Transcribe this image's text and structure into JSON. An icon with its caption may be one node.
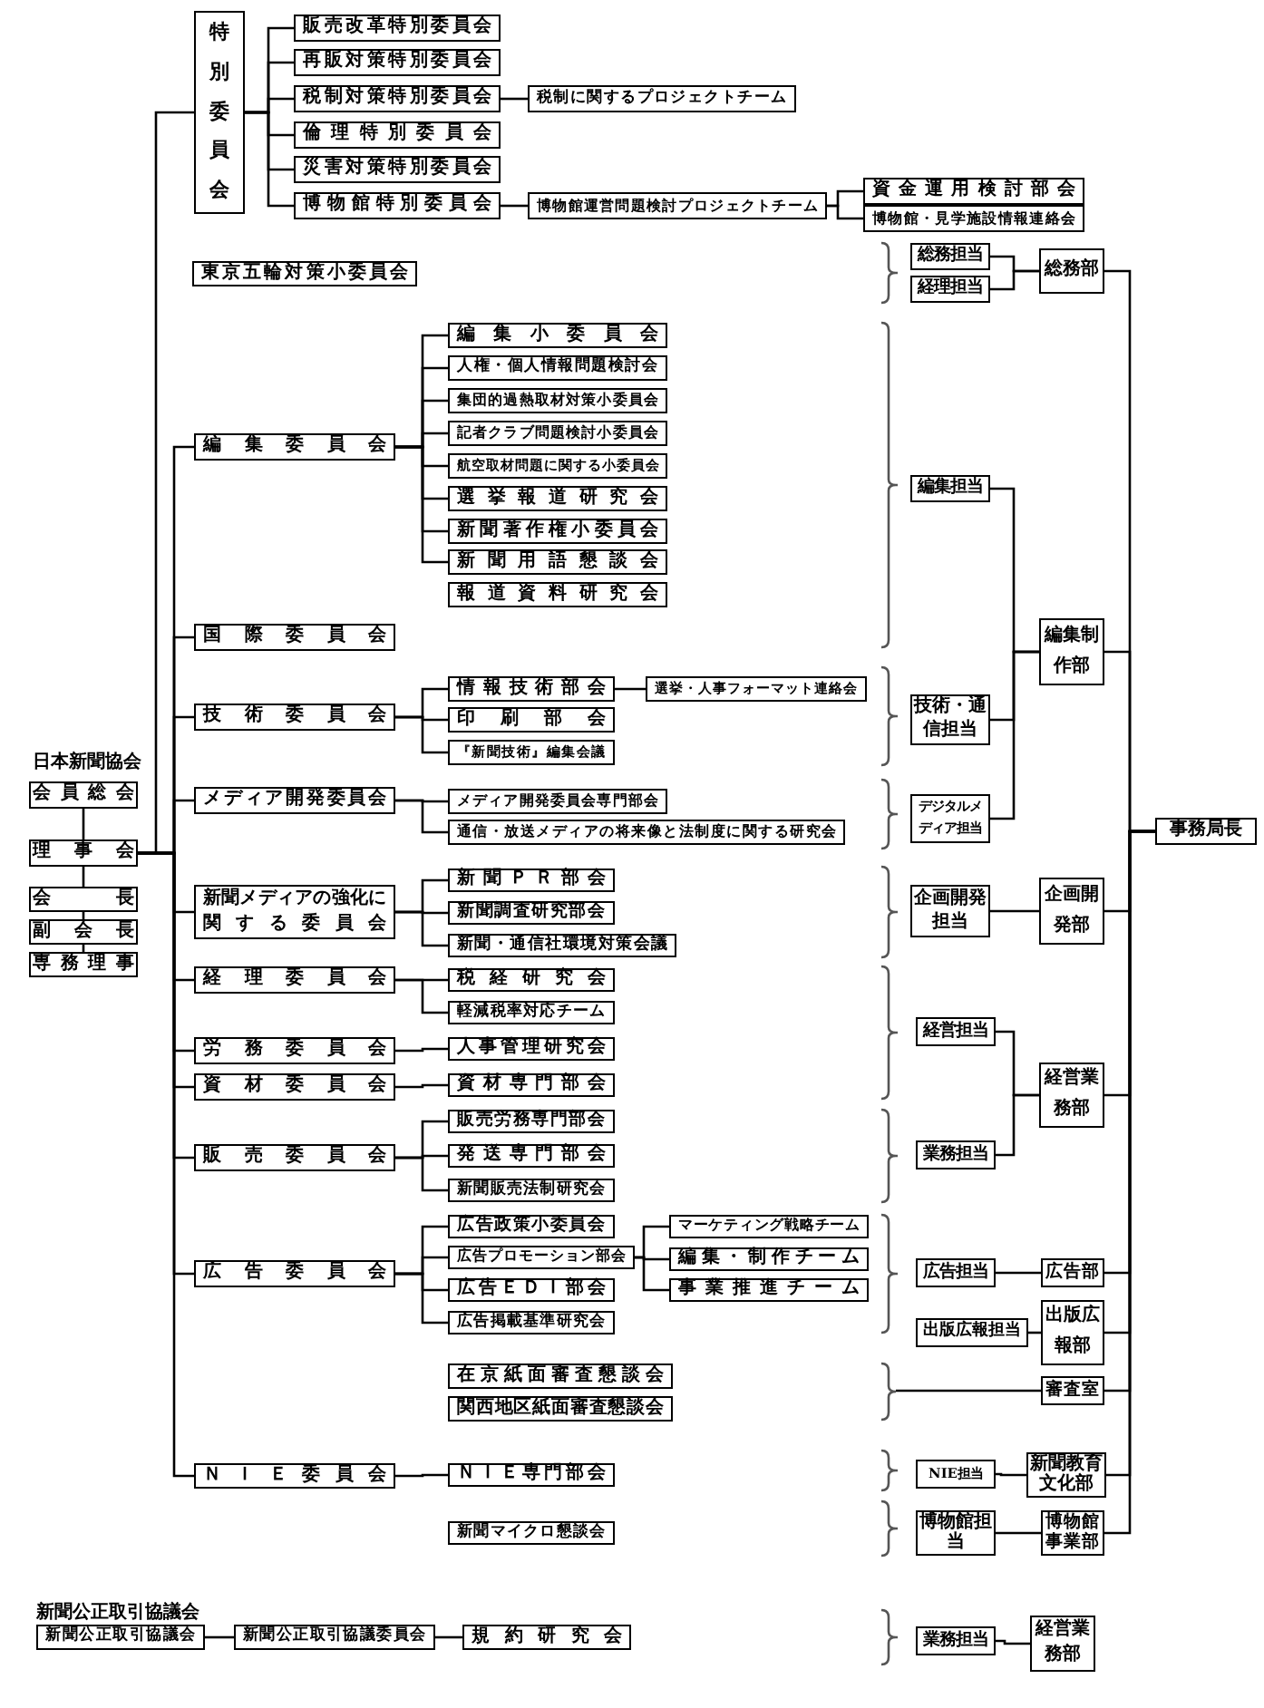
{
  "diagram": {
    "nodes": [
      {
        "text": [
          "特別委員会"
        ]
      },
      {
        "text": [
          "販売改革特別委員会"
        ]
      },
      {
        "text": [
          "再販対策特別委員会"
        ]
      },
      {
        "text": [
          "税制対策特別委員会"
        ]
      },
      {
        "text": [
          "倫理特別委員会"
        ]
      },
      {
        "text": [
          "災害対策特別委員会"
        ]
      },
      {
        "text": [
          "博物館特別委員会"
        ]
      },
      {
        "text": [
          "税制に関するプロジェクトチーム"
        ]
      },
      {
        "text": [
          "博物館運営問題検討プロジェクトチーム"
        ]
      },
      {
        "text": [
          "資金運用検討部会"
        ]
      },
      {
        "text": [
          "博物館・見学施設情報連絡会"
        ]
      },
      {
        "text": [
          "東京五輪対策小委員会"
        ]
      },
      {
        "text": [
          "総務担当"
        ]
      },
      {
        "text": [
          "経理担当"
        ]
      },
      {
        "text": [
          "総務部"
        ]
      },
      {
        "text": [
          "編集委員会"
        ]
      },
      {
        "text": [
          "国際委員会"
        ]
      },
      {
        "text": [
          "技術委員会"
        ]
      },
      {
        "text": [
          "メディア開発委員会"
        ]
      },
      {
        "text": [
          "新聞メディアの強化に関する委員会"
        ]
      },
      {
        "text": [
          "経理委員会"
        ]
      },
      {
        "text": [
          "労務委員会"
        ]
      },
      {
        "text": [
          "資材委員会"
        ]
      },
      {
        "text": [
          "販売委員会"
        ]
      },
      {
        "text": [
          "広告委員会"
        ]
      },
      {
        "text": [
          "ＮＩＥ委員会"
        ]
      },
      {
        "text": [
          "編集小委員会"
        ]
      },
      {
        "text": [
          "人権・個人情報問題検討会"
        ]
      },
      {
        "text": [
          "集団的過熱取材対策小委員会"
        ]
      },
      {
        "text": [
          "記者クラブ問題検討小委員会"
        ]
      },
      {
        "text": [
          "航空取材問題に関する小委員会"
        ]
      },
      {
        "text": [
          "選挙報道研究会"
        ]
      },
      {
        "text": [
          "新聞著作権小委員会"
        ]
      },
      {
        "text": [
          "新聞用語懇談会"
        ]
      },
      {
        "text": [
          "報道資料研究会"
        ]
      },
      {
        "text": [
          "情報技術部会"
        ]
      },
      {
        "text": [
          "印刷部会"
        ]
      },
      {
        "text": [
          "『新聞技術』編集会議"
        ]
      },
      {
        "text": [
          "選挙・人事フォーマット連絡会"
        ]
      },
      {
        "text": [
          "メディア開発委員会専門部会"
        ]
      },
      {
        "text": [
          "通信・放送メディアの将来像と法制度に関する研究会"
        ]
      },
      {
        "text": [
          "新聞ＰＲ部会"
        ]
      },
      {
        "text": [
          "新聞調査研究部会"
        ]
      },
      {
        "text": [
          "新聞・通信社環境対策会議"
        ]
      },
      {
        "text": [
          "税経研究会"
        ]
      },
      {
        "text": [
          "軽減税率対応チーム"
        ]
      },
      {
        "text": [
          "人事管理研究会"
        ]
      },
      {
        "text": [
          "資材専門部会"
        ]
      },
      {
        "text": [
          "販売労務専門部会"
        ]
      },
      {
        "text": [
          "発送専門部会"
        ]
      },
      {
        "text": [
          "新聞販売法制研究会"
        ]
      },
      {
        "text": [
          "広告政策小委員会"
        ]
      },
      {
        "text": [
          "広告プロモーション部会"
        ]
      },
      {
        "text": [
          "広告ＥＤＩ部会"
        ]
      },
      {
        "text": [
          "広告掲載基準研究会"
        ]
      },
      {
        "text": [
          "マーケティング戦略チーム"
        ]
      },
      {
        "text": [
          "編集・制作チーム"
        ]
      },
      {
        "text": [
          "事業推進チーム"
        ]
      },
      {
        "text": [
          "在京紙面審査懇談会"
        ]
      },
      {
        "text": [
          "関西地区紙面審査懇談会"
        ]
      },
      {
        "text": [
          "ＮＩＥ専門部会"
        ]
      },
      {
        "text": [
          "新聞マイクロ懇談会"
        ]
      },
      {
        "text": [
          "新聞公正取引協議会"
        ]
      },
      {
        "text": [
          "新聞公正取引協議委員会"
        ]
      },
      {
        "text": [
          "規約研究会"
        ]
      },
      {
        "text": [
          "編集担当"
        ]
      },
      {
        "text": [
          "技術・通信担当"
        ]
      },
      {
        "text": [
          "デジタルメディア担当"
        ]
      },
      {
        "text": [
          "編集制作部"
        ]
      },
      {
        "text": [
          "事務局長"
        ]
      },
      {
        "text": [
          "企画開発担当"
        ]
      },
      {
        "text": [
          "企画開発部"
        ]
      },
      {
        "text": [
          "経営担当"
        ]
      },
      {
        "text": [
          "業務担当"
        ]
      },
      {
        "text": [
          "経営業務部"
        ]
      },
      {
        "text": [
          "広告担当"
        ]
      },
      {
        "text": [
          "広告部"
        ]
      },
      {
        "text": [
          "出版広報担当"
        ]
      },
      {
        "text": [
          "出版広報部"
        ]
      },
      {
        "text": [
          "審査室"
        ]
      },
      {
        "text": [
          "NIE担当"
        ]
      },
      {
        "text": [
          "新聞教育文化部"
        ]
      },
      {
        "text": [
          "博物館担当"
        ]
      },
      {
        "text": [
          "博物館事業部"
        ]
      },
      {
        "text": [
          "業務担当"
        ]
      },
      {
        "text": [
          "経営業務部"
        ]
      },
      {
        "text": [
          "会員総会"
        ]
      },
      {
        "text": [
          "理事会"
        ]
      },
      {
        "text": [
          "会長"
        ]
      },
      {
        "text": [
          "副会長"
        ]
      },
      {
        "text": [
          "専務理事"
        ]
      }
    ],
    "edges": [
      {
        "from": 87,
        "to": 0,
        "arrow": "none"
      },
      {
        "from": 87,
        "to": 15,
        "arrow": "none"
      },
      {
        "from": 87,
        "to": 16,
        "arrow": "none"
      },
      {
        "from": 87,
        "to": 17,
        "arrow": "none"
      },
      {
        "from": 87,
        "to": 18,
        "arrow": "none"
      },
      {
        "from": 87,
        "to": 19,
        "arrow": "none"
      },
      {
        "from": 87,
        "to": 20,
        "arrow": "none"
      },
      {
        "from": 87,
        "to": 21,
        "arrow": "none"
      },
      {
        "from": 87,
        "to": 22,
        "arrow": "none"
      },
      {
        "from": 87,
        "to": 23,
        "arrow": "none"
      },
      {
        "from": 87,
        "to": 24,
        "arrow": "none"
      },
      {
        "from": 87,
        "to": 25,
        "arrow": "none"
      },
      {
        "from": 86,
        "to": 87,
        "arrow": "none"
      },
      {
        "from": 87,
        "to": 88,
        "arrow": "none"
      },
      {
        "from": 88,
        "to": 89,
        "arrow": "none"
      },
      {
        "from": 89,
        "to": 90,
        "arrow": "none"
      },
      {
        "from": 0,
        "to": 1,
        "arrow": "none"
      },
      {
        "from": 0,
        "to": 2,
        "arrow": "none"
      },
      {
        "from": 0,
        "to": 3,
        "arrow": "none"
      },
      {
        "from": 0,
        "to": 4,
        "arrow": "none"
      },
      {
        "from": 0,
        "to": 5,
        "arrow": "none"
      },
      {
        "from": 0,
        "to": 6,
        "arrow": "none"
      },
      {
        "from": 3,
        "to": 7,
        "arrow": "none"
      },
      {
        "from": 6,
        "to": 8,
        "arrow": "none"
      },
      {
        "from": 8,
        "to": 9,
        "arrow": "none"
      },
      {
        "from": 8,
        "to": 10,
        "arrow": "none"
      },
      {
        "from": 15,
        "to": 26,
        "arrow": "none"
      },
      {
        "from": 15,
        "to": 27,
        "arrow": "none"
      },
      {
        "from": 15,
        "to": 28,
        "arrow": "none"
      },
      {
        "from": 15,
        "to": 29,
        "arrow": "none"
      },
      {
        "from": 15,
        "to": 30,
        "arrow": "none"
      },
      {
        "from": 15,
        "to": 31,
        "arrow": "none"
      },
      {
        "from": 15,
        "to": 32,
        "arrow": "none"
      },
      {
        "from": 15,
        "to": 33,
        "arrow": "none"
      },
      {
        "from": 17,
        "to": 35,
        "arrow": "none"
      },
      {
        "from": 17,
        "to": 36,
        "arrow": "none"
      },
      {
        "from": 17,
        "to": 37,
        "arrow": "none"
      },
      {
        "from": 35,
        "to": 38,
        "arrow": "none"
      },
      {
        "from": 18,
        "to": 39,
        "arrow": "none"
      },
      {
        "from": 18,
        "to": 40,
        "arrow": "none"
      },
      {
        "from": 19,
        "to": 41,
        "arrow": "none"
      },
      {
        "from": 19,
        "to": 42,
        "arrow": "none"
      },
      {
        "from": 19,
        "to": 43,
        "arrow": "none"
      },
      {
        "from": 20,
        "to": 44,
        "arrow": "none"
      },
      {
        "from": 20,
        "to": 45,
        "arrow": "none"
      },
      {
        "from": 21,
        "to": 46,
        "arrow": "none"
      },
      {
        "from": 22,
        "to": 47,
        "arrow": "none"
      },
      {
        "from": 23,
        "to": 48,
        "arrow": "none"
      },
      {
        "from": 23,
        "to": 49,
        "arrow": "none"
      },
      {
        "from": 23,
        "to": 50,
        "arrow": "none"
      },
      {
        "from": 24,
        "to": 51,
        "arrow": "none"
      },
      {
        "from": 24,
        "to": 52,
        "arrow": "none"
      },
      {
        "from": 24,
        "to": 53,
        "arrow": "none"
      },
      {
        "from": 24,
        "to": 54,
        "arrow": "none"
      },
      {
        "from": 52,
        "to": 55,
        "arrow": "none"
      },
      {
        "from": 52,
        "to": 56,
        "arrow": "none"
      },
      {
        "from": 52,
        "to": 57,
        "arrow": "none"
      },
      {
        "from": 25,
        "to": 60,
        "arrow": "none"
      },
      {
        "from": 62,
        "to": 63,
        "arrow": "none"
      },
      {
        "from": 63,
        "to": 64,
        "arrow": "none"
      },
      {
        "from": 12,
        "to": 14,
        "arrow": "none"
      },
      {
        "from": 13,
        "to": 14,
        "arrow": "none"
      },
      {
        "from": 65,
        "to": 68,
        "arrow": "none"
      },
      {
        "from": 66,
        "to": 68,
        "arrow": "none"
      },
      {
        "from": 67,
        "to": 68,
        "arrow": "none"
      },
      {
        "from": 70,
        "to": 71,
        "arrow": "none"
      },
      {
        "from": 72,
        "to": 74,
        "arrow": "none"
      },
      {
        "from": 73,
        "to": 74,
        "arrow": "none"
      },
      {
        "from": 75,
        "to": 76,
        "arrow": "none"
      },
      {
        "from": 77,
        "to": 78,
        "arrow": "none"
      },
      {
        "from": 80,
        "to": 81,
        "arrow": "none"
      },
      {
        "from": 82,
        "to": 83,
        "arrow": "none"
      },
      {
        "from": 84,
        "to": 85,
        "arrow": "none"
      },
      {
        "from": null,
        "to": 79,
        "arrow": "none"
      },
      {
        "from": 14,
        "to": 69,
        "arrow": "none"
      },
      {
        "from": 68,
        "to": 69,
        "arrow": "none"
      },
      {
        "from": 71,
        "to": 69,
        "arrow": "none"
      },
      {
        "from": 74,
        "to": 69,
        "arrow": "none"
      },
      {
        "from": 76,
        "to": 69,
        "arrow": "none"
      },
      {
        "from": 78,
        "to": 69,
        "arrow": "none"
      },
      {
        "from": 79,
        "to": 69,
        "arrow": "none"
      },
      {
        "from": 81,
        "to": 69,
        "arrow": "none"
      },
      {
        "from": 83,
        "to": 69,
        "arrow": "none"
      }
    ],
    "labels": [
      "日本新聞協会",
      "新聞公正取引協議会"
    ]
  }
}
